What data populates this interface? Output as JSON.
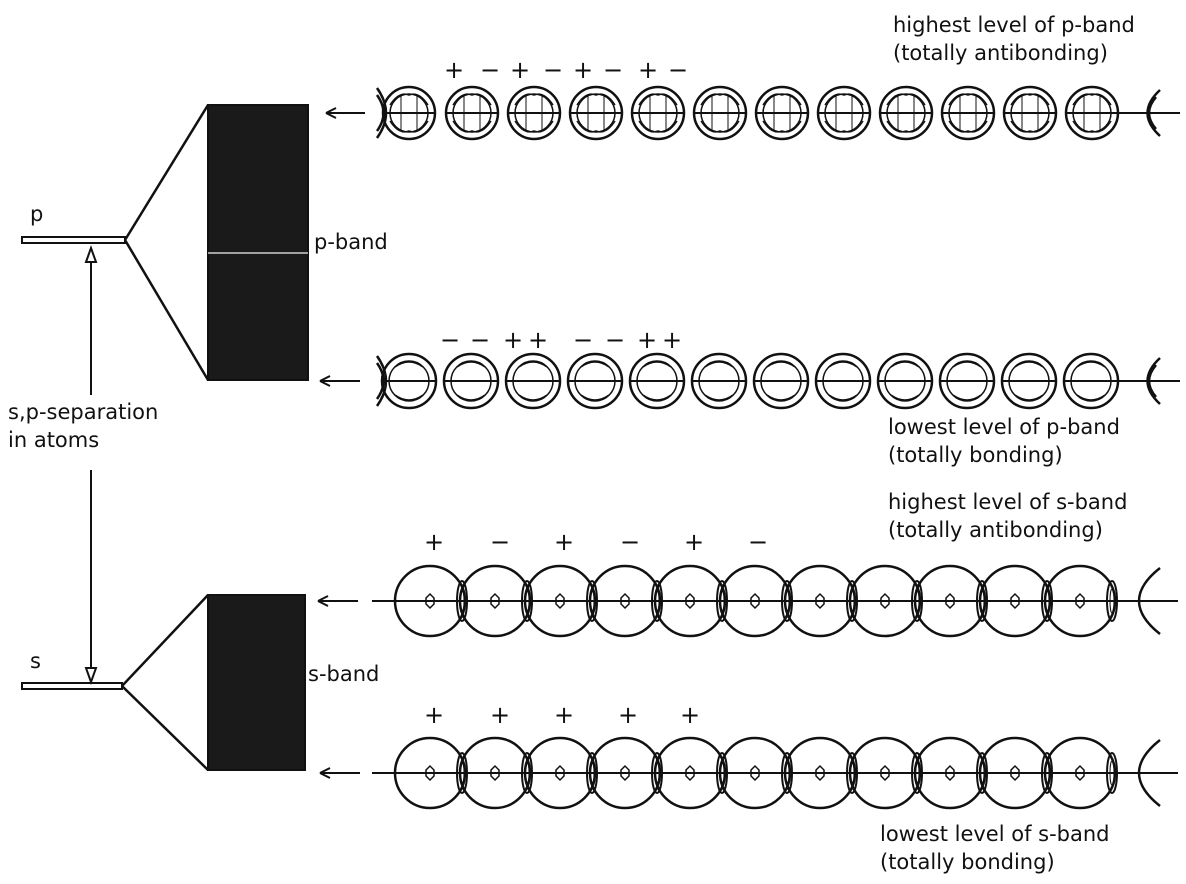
{
  "labels": {
    "p": "p",
    "s": "s",
    "p_band": "p-band",
    "s_band": "s-band",
    "separation_line1": "s,p-separation",
    "separation_line2": "in atoms"
  },
  "levels": [
    {
      "id": "p-highest",
      "caption1": "highest level of p-band",
      "caption2": "(totally antibonding)",
      "signs": [
        "+",
        "−",
        "+",
        "−",
        "+",
        "−",
        "+",
        "−"
      ]
    },
    {
      "id": "p-lowest",
      "caption1": "lowest level of p-band",
      "caption2": "(totally bonding)",
      "signs": [
        "−",
        "−",
        "+",
        "+",
        "−",
        "−",
        "+",
        "+"
      ]
    },
    {
      "id": "s-highest",
      "caption1": "highest level of s-band",
      "caption2": "(totally antibonding)",
      "signs": [
        "+",
        "−",
        "+",
        "−",
        "+",
        "−"
      ]
    },
    {
      "id": "s-lowest",
      "caption1": "lowest level of s-band",
      "caption2": "(totally bonding)",
      "signs": [
        "+",
        "+",
        "+",
        "+",
        "+"
      ]
    }
  ]
}
